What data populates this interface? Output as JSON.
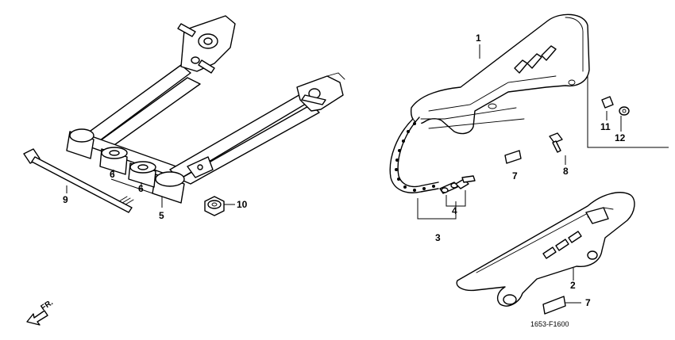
{
  "diagram_code": "1653-F1600",
  "direction_label": "FR.",
  "callouts": {
    "c1": "1",
    "c2": "2",
    "c3": "3",
    "c4": "4",
    "c5": "5",
    "c6a": "6",
    "c6b": "6",
    "c7a": "7",
    "c7b": "7",
    "c8": "8",
    "c9": "9",
    "c10": "10",
    "c11": "11",
    "c12": "12"
  },
  "parts": {
    "swingarm": "swingarm-icon",
    "pivot_bolt": "bolt-icon",
    "nut": "nut-icon",
    "bushings": "bushing-icon",
    "chain": "chain-icon",
    "chain_joint": "chain-joint-icon",
    "upper_guard": "chain-case-upper-icon",
    "lower_guard": "chain-case-lower-icon",
    "label": "label-icon",
    "screw": "screw-icon"
  }
}
